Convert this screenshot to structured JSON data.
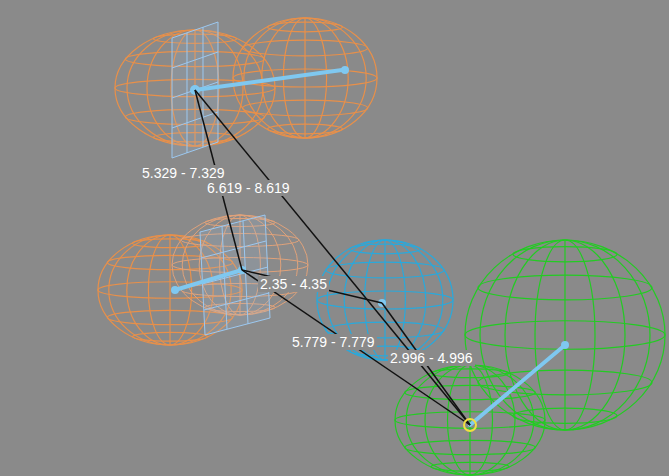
{
  "diagram": {
    "labels": [
      "5.329 - 7.329",
      "6.619 - 8.619",
      "2.35 - 4.35",
      "5.779 - 7.779",
      "2.996 - 4.996"
    ]
  }
}
